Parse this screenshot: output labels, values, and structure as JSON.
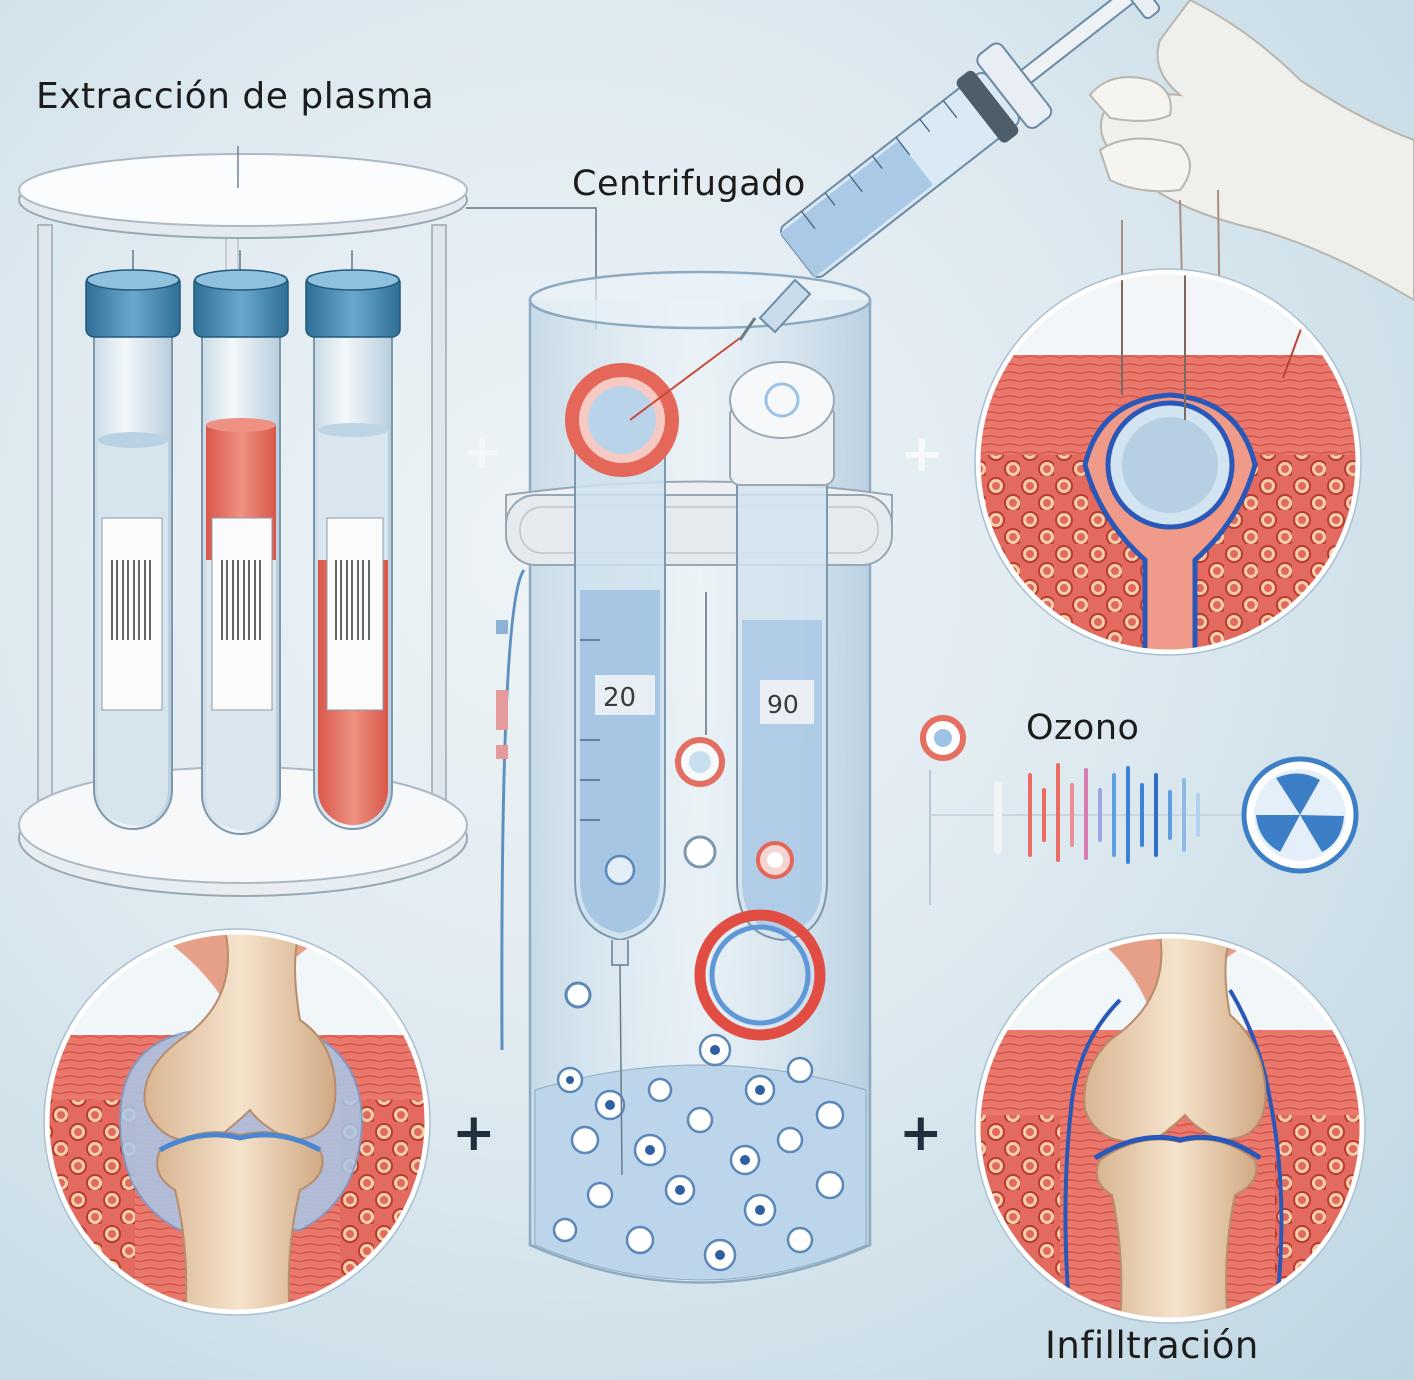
{
  "labels": {
    "extraction": "Extracción de plasma",
    "centrifuge": "Centrifugado",
    "ozone": "Ozono",
    "infiltration": "Infilltración"
  },
  "connectors": {
    "plus_1": "+",
    "plus_2": "+",
    "plus_3": "+",
    "plus_4": "+"
  },
  "colors": {
    "background": "#d9e7ef",
    "plasma_clear": "#dbe7f0",
    "blood_red": "#e4786a",
    "cap_blue": "#4a8fb8",
    "tissue_red": "#e56b60",
    "bone_beige": "#efd7bd",
    "cartilage_blue": "#9cc3e6"
  },
  "icons": [
    "test-tube-rack",
    "test-tube",
    "syringe",
    "gloved-hand",
    "centrifuge-cylinder",
    "ozone-waveform",
    "fan-icon",
    "knee-joint",
    "skin-tissue"
  ]
}
